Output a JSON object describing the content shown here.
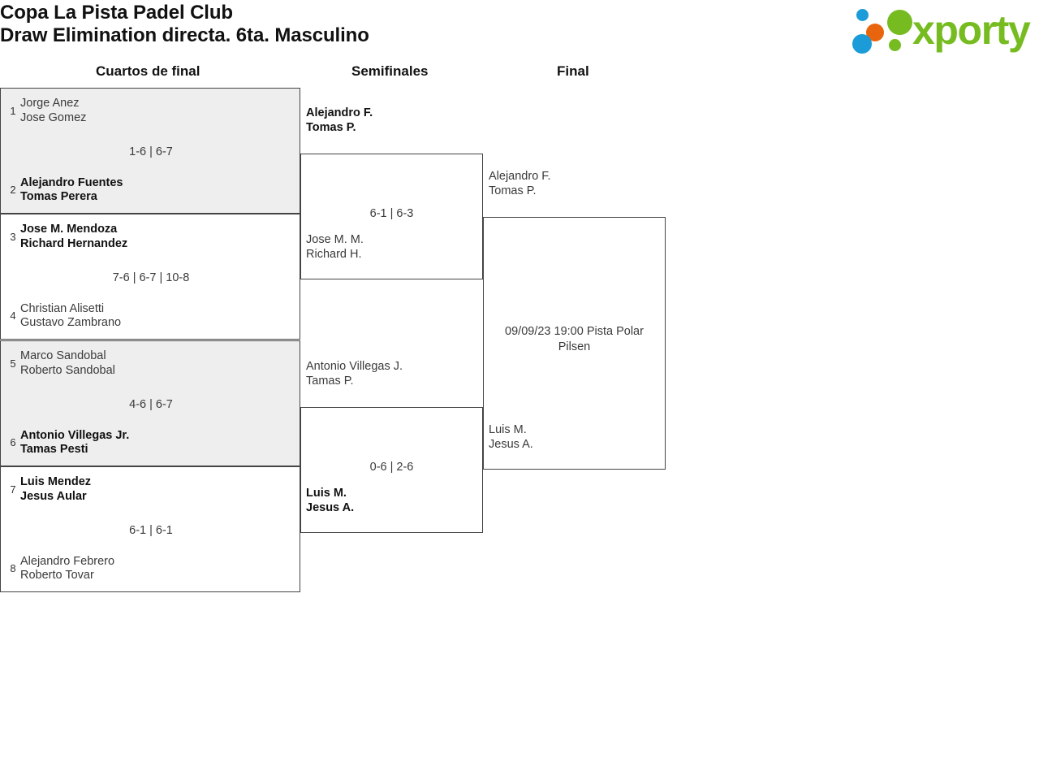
{
  "header": {
    "title_line1": "Copa La Pista Padel Club",
    "title_line2": "Draw Elimination directa. 6ta. Masculino",
    "logo_text": "xporty",
    "logo_colors": {
      "green": "#76bc21",
      "orange": "#e8650d",
      "blue": "#1b9cd9"
    }
  },
  "rounds": [
    {
      "label": "Cuartos de final"
    },
    {
      "label": "Semifinales"
    },
    {
      "label": "Final"
    }
  ],
  "quarterfinals": [
    {
      "shaded": true,
      "top": {
        "seed": "1",
        "p1": "Jorge Anez",
        "p2": "Jose Gomez",
        "winner": false
      },
      "bottom": {
        "seed": "2",
        "p1": "Alejandro Fuentes",
        "p2": "Tomas Perera",
        "winner": true
      },
      "score": "1-6 | 6-7"
    },
    {
      "shaded": false,
      "top": {
        "seed": "3",
        "p1": "Jose M. Mendoza",
        "p2": "Richard Hernandez",
        "winner": true
      },
      "bottom": {
        "seed": "4",
        "p1": "Christian Alisetti",
        "p2": "Gustavo Zambrano",
        "winner": false
      },
      "score": "7-6 | 6-7 | 10-8"
    },
    {
      "shaded": true,
      "top": {
        "seed": "5",
        "p1": "Marco Sandobal",
        "p2": "Roberto Sandobal",
        "winner": false
      },
      "bottom": {
        "seed": "6",
        "p1": "Antonio Villegas Jr.",
        "p2": "Tamas Pesti",
        "winner": true
      },
      "score": "4-6 | 6-7"
    },
    {
      "shaded": false,
      "top": {
        "seed": "7",
        "p1": "Luis Mendez",
        "p2": "Jesus Aular",
        "winner": true
      },
      "bottom": {
        "seed": "8",
        "p1": "Alejandro Febrero",
        "p2": "Roberto Tovar",
        "winner": false
      },
      "score": "6-1 | 6-1"
    }
  ],
  "semifinals": [
    {
      "top": {
        "p1": "Alejandro F.",
        "p2": "Tomas P.",
        "winner": true
      },
      "bottom": {
        "p1": "Jose M. M.",
        "p2": "Richard H.",
        "winner": false
      },
      "score": "6-1 | 6-3"
    },
    {
      "top": {
        "p1": "Antonio Villegas J.",
        "p2": "Tamas P.",
        "winner": false
      },
      "bottom": {
        "p1": "Luis M.",
        "p2": "Jesus A.",
        "winner": true
      },
      "score": "0-6 | 2-6"
    }
  ],
  "final": {
    "top": {
      "p1": "Alejandro F.",
      "p2": "Tomas P.",
      "winner": false
    },
    "bottom": {
      "p1": "Luis M.",
      "p2": "Jesus A.",
      "winner": false
    },
    "schedule_line1": "09/09/23 19:00 Pista Polar",
    "schedule_line2": "Pilsen"
  }
}
